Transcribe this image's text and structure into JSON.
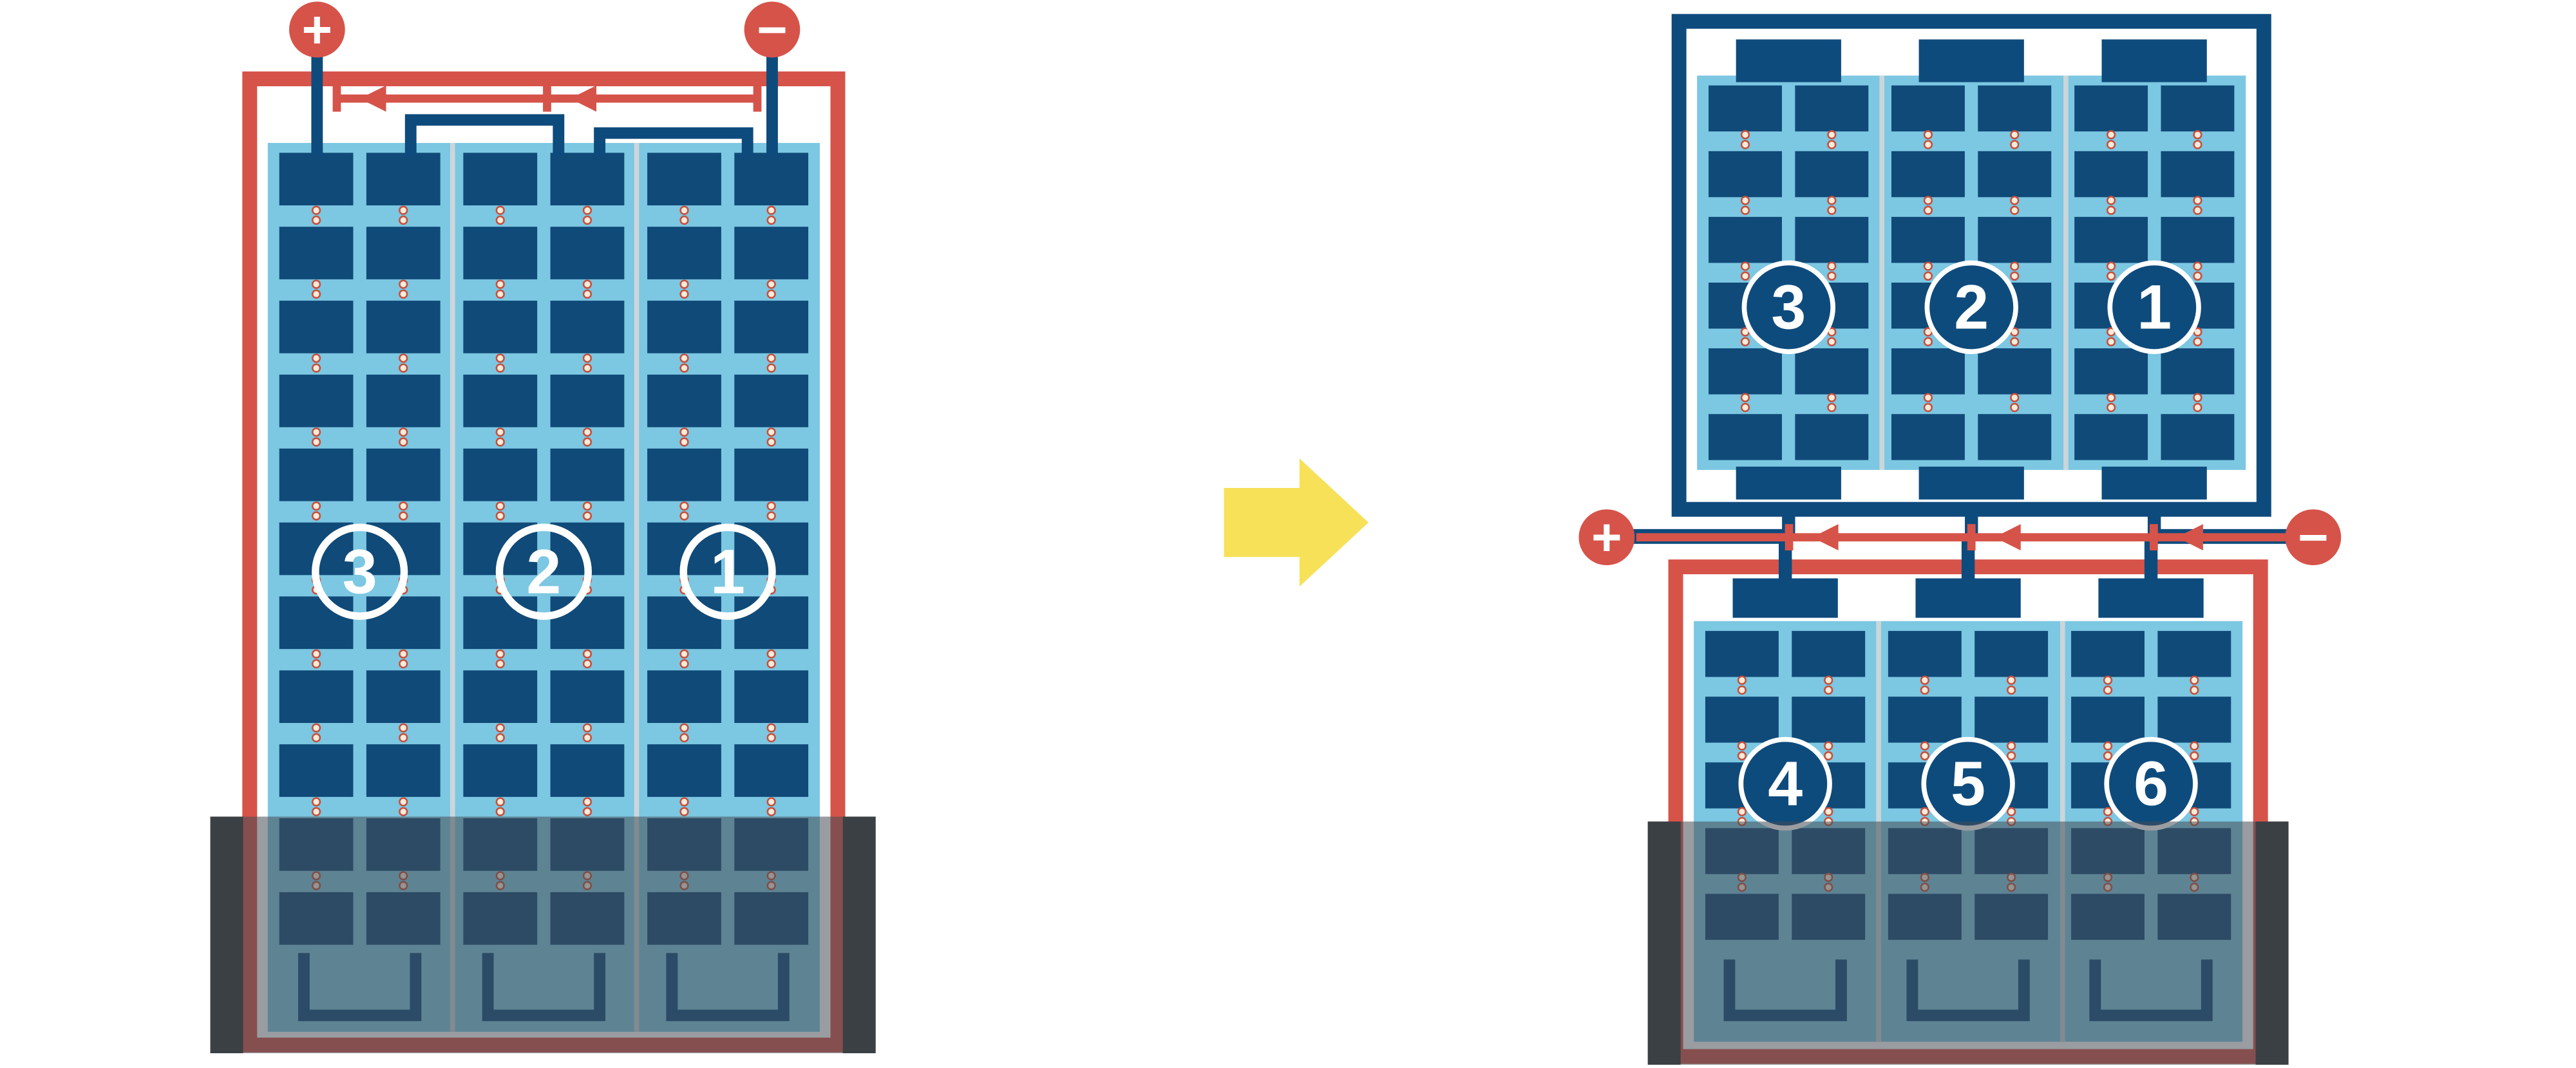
{
  "colors": {
    "red": "#d65349",
    "navy": "#0e4b7d",
    "cell_navy": "#104a78",
    "light_blue": "#7cc7e2",
    "pale_dot": "#f4ecd9",
    "dot_center": "#c6503e",
    "separator": "#ccd6da",
    "yellow": "#f6e158",
    "overlay": "rgba(70,77,83,0.55)",
    "side_bar": "#3b4044",
    "white": "#ffffff"
  },
  "left_module": {
    "string_labels": [
      "3",
      "2",
      "1"
    ],
    "columns": 3,
    "cell_rows": 11
  },
  "right_top_module": {
    "string_labels": [
      "3",
      "2",
      "1"
    ],
    "columns": 3,
    "cell_rows": 6
  },
  "right_bottom_module": {
    "string_labels": [
      "4",
      "5",
      "6"
    ],
    "columns": 3,
    "cell_rows": 5
  },
  "terminals": {
    "positive": "+",
    "negative": "−"
  }
}
